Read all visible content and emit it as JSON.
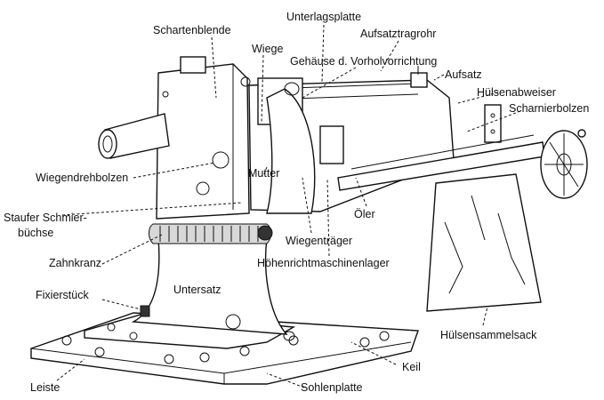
{
  "labels": {
    "schartenblende": "Schartenblende",
    "unterlagsplatte": "Unterlagsplatte",
    "aufsatztragrohr": "Aufsatztragrohr",
    "wiege": "Wiege",
    "gehaeuse": "Gehäuse d. Vorholvorrichtung",
    "aufsatz": "Aufsatz",
    "huelsenabweiser": "Hülsenabweiser",
    "scharnierbolzen": "Scharnierbolzen",
    "wiegendrehbolzen": "Wiegendrehbolzen",
    "mutter": "Mutter",
    "oeler": "Öler",
    "staufer_line1": "Staufer Schmier-",
    "staufer_line2": "büchse",
    "wiegentraeger": "Wiegenträger",
    "hoehenricht": "Höhenrichtmaschinenlager",
    "zahnkranz": "Zahnkranz",
    "untersatz": "Untersatz",
    "fixierstueck": "Fixierstück",
    "huelsensammelsack": "Hülsensammelsack",
    "keil": "Keil",
    "leiste": "Leiste",
    "sohlenplatte": "Sohlenplatte"
  }
}
